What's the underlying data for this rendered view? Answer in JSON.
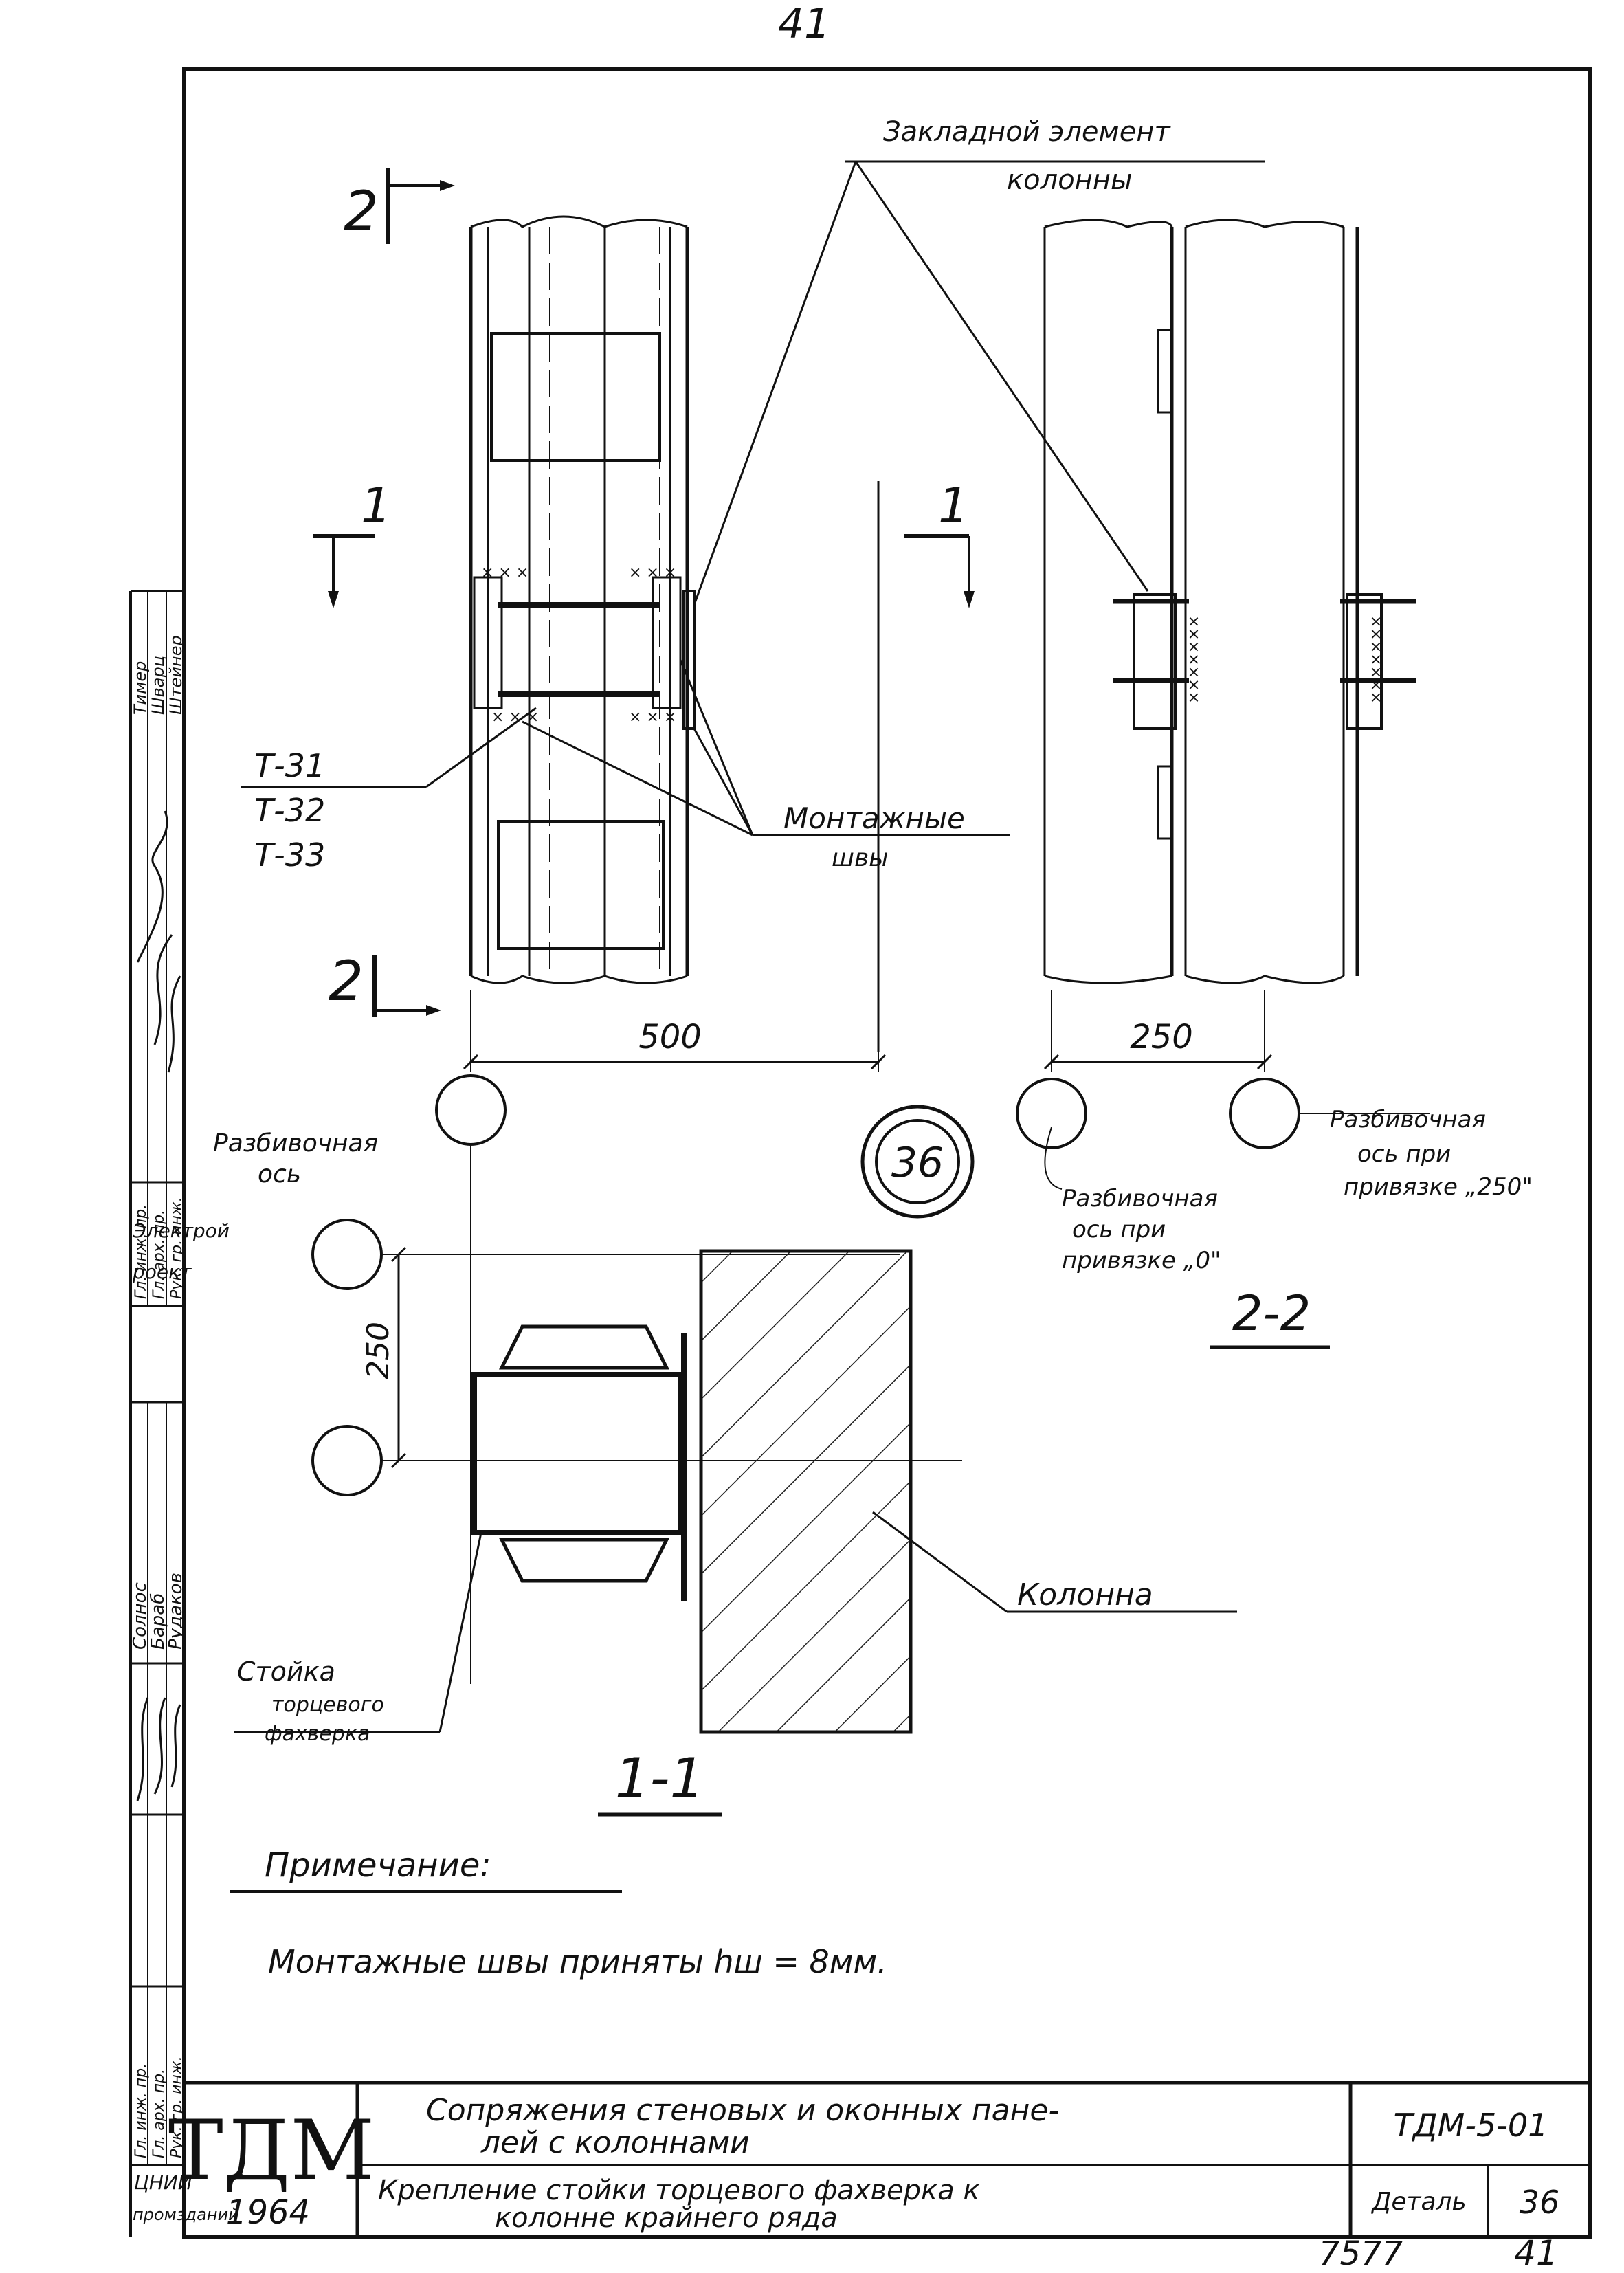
{
  "page_number_top": "41",
  "section_markers": {
    "cut_2": "2",
    "cut_1": "1"
  },
  "callouts": {
    "embedded_element": "Закладной элемент",
    "embedded_element_2": "колонны",
    "parts": [
      "Т-31",
      "Т-32",
      "Т-33"
    ],
    "mounting_welds": "Монтажные",
    "mounting_welds_2": "швы",
    "layout_axis": "Разбивочная",
    "layout_axis_2": "ось",
    "axis_at_0_1": "Разбивочная",
    "axis_at_0_2": "ось при",
    "axis_at_0_3": "привязке „0\"",
    "axis_at_250_1": "Разбивочная",
    "axis_at_250_2": "ось при",
    "axis_at_250_3": "привязке „250\"",
    "column": "Колонна",
    "post_1": "Стойка",
    "post_2": "торцевого",
    "post_3": "фахверка"
  },
  "dimensions": {
    "width_500": "500",
    "width_250": "250",
    "height_250": "250"
  },
  "detail_bubble": "36",
  "section_titles": {
    "section_2_2": "2-2",
    "section_1_1": "1-1"
  },
  "notes": {
    "heading": "Примечание:",
    "text": "Монтажные швы приняты hш = 8мм."
  },
  "left_stamp": {
    "roles_top": [
      "Гл. инж. пр.",
      "Гл. арх. пр.",
      "Рук. гр. инж."
    ],
    "names_top": [
      "Тимер",
      "Шварц",
      "Штейнер"
    ],
    "org": [
      "Электрой",
      "роект"
    ],
    "roles_bottom": [
      "Гл. инж. пр.",
      "Гл. арх. пр.",
      "Рук. гр. инж."
    ],
    "names_bottom": [
      "Солнос",
      "Бараб",
      "Рудаков"
    ],
    "footer": [
      "ЦНИИ",
      "промзданий"
    ]
  },
  "title_block": {
    "logo": "ТДМ",
    "year": "1964",
    "subject_line1": "Сопряжения стеновых и оконных пане-",
    "subject_line2": "лей с колоннами",
    "detail_line1": "Крепление стойки торцевого фахверка к",
    "detail_line2": "колонне крайнего ряда",
    "code": "ТДМ-5-01",
    "detail_label": "Деталь",
    "detail_number": "36"
  },
  "bottom_numbers": {
    "left": "7577",
    "right": "41"
  }
}
